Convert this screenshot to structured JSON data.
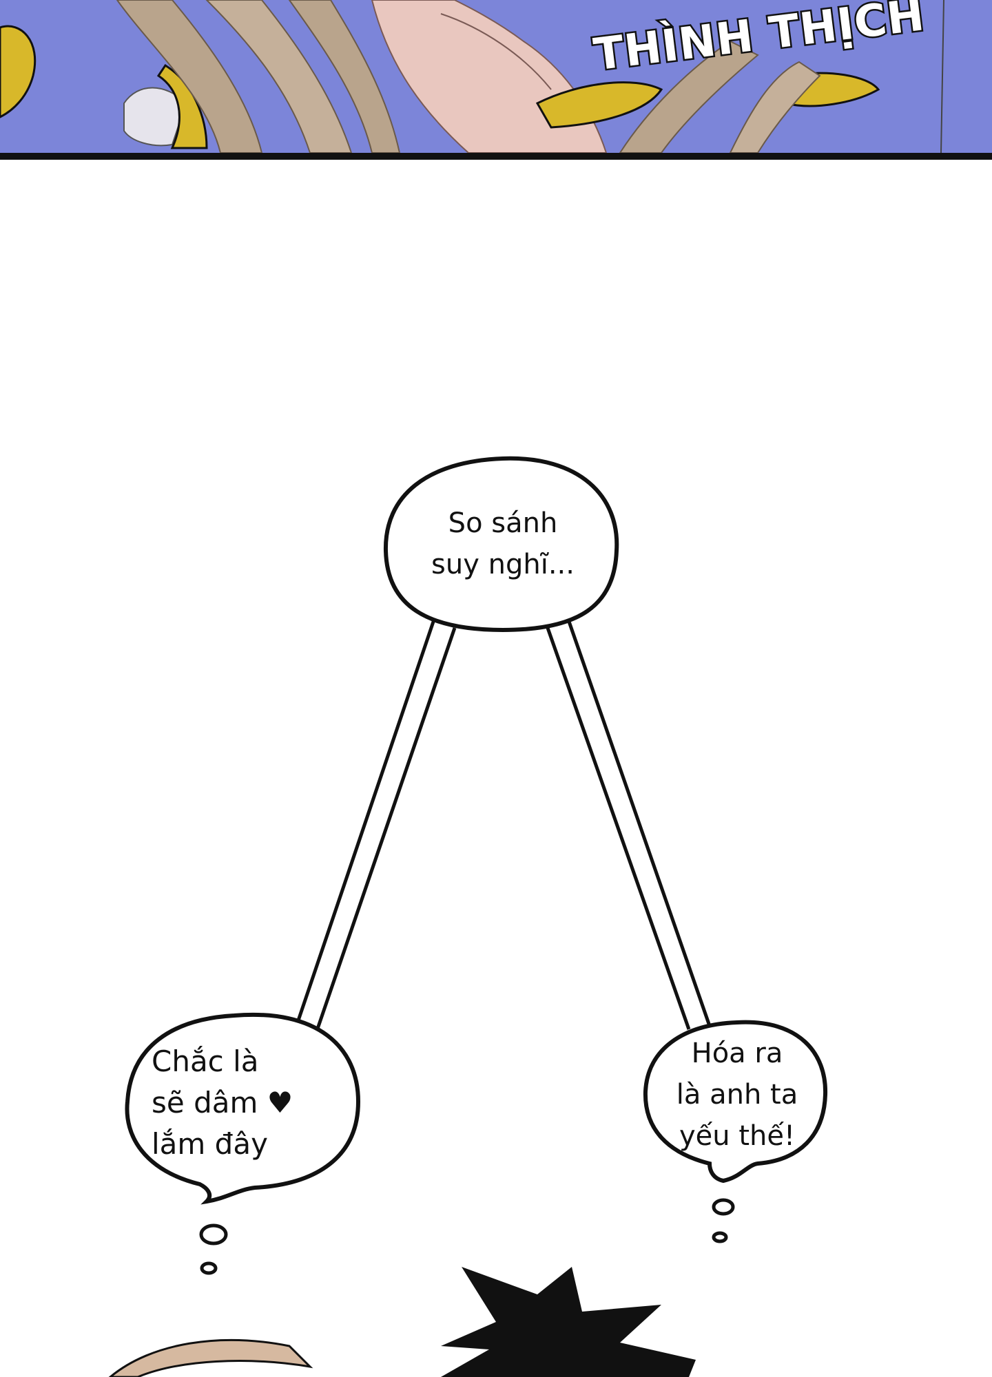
{
  "panel_top": {
    "sound_effect": "THÌNH THỊCH",
    "background_color": "#7c85d9",
    "border_color": "#111111"
  },
  "thought_tree": {
    "top_bubble": "So sánh\nsuy nghĩ...",
    "left_bubble": "Chắc là\nsẽ dâm ♥\nlắm đây",
    "right_bubble": "Hóa ra\nlà anh ta\nyếu thế!"
  },
  "colors": {
    "banana": "#d8b82a",
    "hair": "#b9a48c",
    "skin": "#e9c7bf",
    "ink": "#111111"
  }
}
